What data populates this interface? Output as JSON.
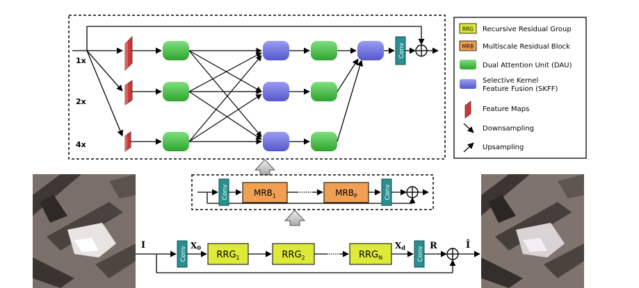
{
  "legend": {
    "items": [
      {
        "badge": "RRG",
        "label": "Recursive Residual Group"
      },
      {
        "badge": "MRB",
        "label": "Multiscale Residual Block"
      },
      {
        "badge": "",
        "label": "Dual Attention Unit (DAU)"
      },
      {
        "badge": "",
        "label_line1": "Selective Kernel",
        "label_line2": "Feature Fusion (SKFF)"
      },
      {
        "badge": "",
        "label": "Feature Maps"
      },
      {
        "badge": "",
        "label": "Downsampling"
      },
      {
        "badge": "",
        "label": "Upsampling"
      }
    ]
  },
  "msb": {
    "scales": [
      "1x",
      "2x",
      "4x"
    ],
    "conv_label": "Conv"
  },
  "mid": {
    "conv_label": "Conv",
    "mrb1": {
      "base": "MRB",
      "sub": "1"
    },
    "mrbp": {
      "base": "MRB",
      "sub": "P"
    }
  },
  "main": {
    "input_label": "I",
    "output_label": "Î",
    "x0": {
      "base": "X",
      "sub": "0"
    },
    "xd": {
      "base": "X",
      "sub": "d"
    },
    "r_label": "R",
    "conv_label": "Conv",
    "rrg1": {
      "base": "RRG",
      "sub": "1"
    },
    "rrg2": {
      "base": "RRG",
      "sub": "2"
    },
    "rrgn": {
      "base": "RRG",
      "sub": "N"
    }
  },
  "colors": {
    "rrg": "#ddea3a",
    "mrb": "#f0a054",
    "dau": "#3fbf3f",
    "skff": "#6b6ee0",
    "feature_map": "#c83a3a",
    "conv": "#2a8f90"
  }
}
